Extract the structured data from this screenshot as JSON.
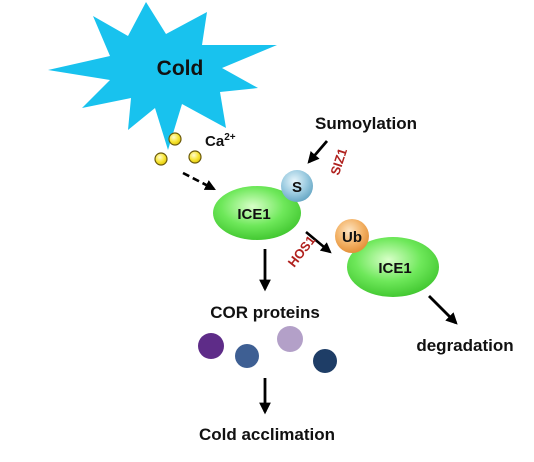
{
  "cold_label": "Cold",
  "calcium_label": "Ca",
  "calcium_superscript": "2+",
  "sumoylation_label": "Sumoylation",
  "siz1_label": "SIZ1",
  "sumo_badge_label": "S",
  "ice1_label": "ICE1",
  "ub_badge_label": "Ub",
  "ice1_degraded_label": "ICE1",
  "hos1_label": "HOS1",
  "cor_proteins_label": "COR proteins",
  "degradation_label": "degradation",
  "cold_acclimation_label": "Cold acclimation",
  "colors": {
    "cold_burst": "#18c2ee",
    "calcium": "#f6e21e",
    "ice1_green": "#4ddc3c",
    "sumo_blue": "#7ab8d4",
    "ub_orange": "#f0a552",
    "hos_siz_red": "#b0211e",
    "protein_purple": "#5e2c88",
    "protein_blue": "#3e5f93",
    "protein_lilac": "#b3a0c8",
    "protein_navy": "#1e3d66"
  }
}
